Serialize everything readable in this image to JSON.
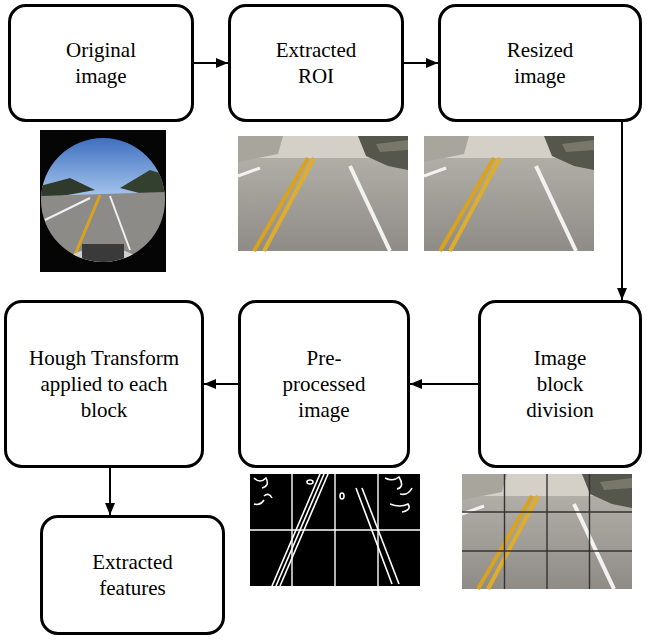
{
  "diagram": {
    "nodes": [
      {
        "text": [
          "Original image"
        ]
      },
      {
        "text": [
          "Extracted ROI"
        ]
      },
      {
        "text": [
          "Resized image"
        ]
      },
      {
        "text": [
          "Hough Transform applied to each block"
        ]
      },
      {
        "text": [
          "Pre- processed image"
        ]
      },
      {
        "text": [
          "Image block division"
        ]
      },
      {
        "text": [
          "Extracted features"
        ]
      }
    ],
    "edges": [
      {
        "from": 0,
        "to": 1,
        "arrow": "to"
      },
      {
        "from": 1,
        "to": 2,
        "arrow": "to"
      },
      {
        "from": 2,
        "to": 5,
        "arrow": "to"
      },
      {
        "from": 5,
        "to": 4,
        "arrow": "to"
      },
      {
        "from": 4,
        "to": 3,
        "arrow": "to"
      },
      {
        "from": 3,
        "to": 6,
        "arrow": "to"
      }
    ]
  }
}
